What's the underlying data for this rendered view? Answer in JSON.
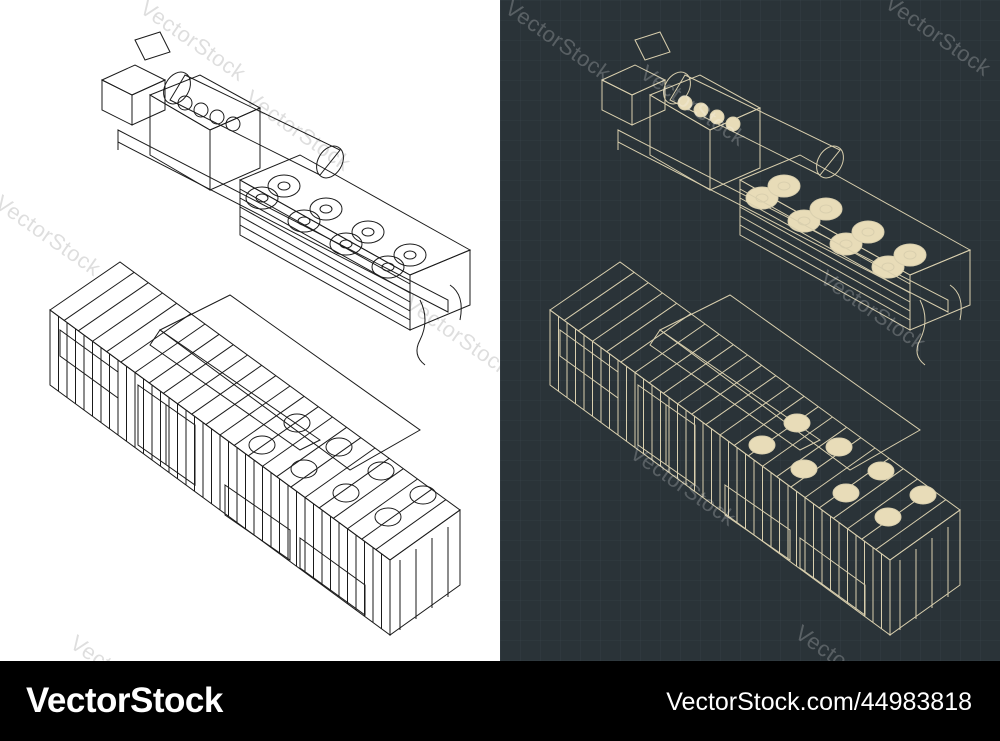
{
  "watermark": {
    "text": "VectorStock",
    "color_light": "#000000",
    "color_dark": "#ffffff"
  },
  "panels": {
    "light": {
      "background": "#ffffff",
      "line_color": "#1a1a1a"
    },
    "dark": {
      "background": "#2a3338",
      "line_color": "#d9cfae",
      "accent_fill": "#e8dcb8"
    }
  },
  "footer": {
    "brand": "VectorStock",
    "image_id": "VectorStock.com/44983818",
    "background": "#000000",
    "text_color": "#ffffff"
  }
}
